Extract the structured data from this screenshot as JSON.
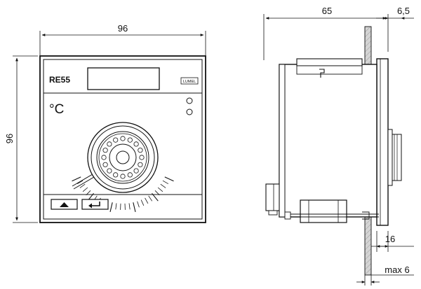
{
  "front_view": {
    "width_dim": "96",
    "height_dim": "96",
    "model_label": "RE55",
    "brand_label": "LUMEL",
    "unit_symbol": "°C",
    "buttons": [
      {
        "icon": "up-arrow-icon"
      },
      {
        "icon": "enter-return-icon"
      }
    ]
  },
  "side_view": {
    "depth_dim": "65",
    "bezel_dim": "6,5",
    "panel_offset_dim": "16",
    "panel_thickness_dim": "max 6"
  }
}
